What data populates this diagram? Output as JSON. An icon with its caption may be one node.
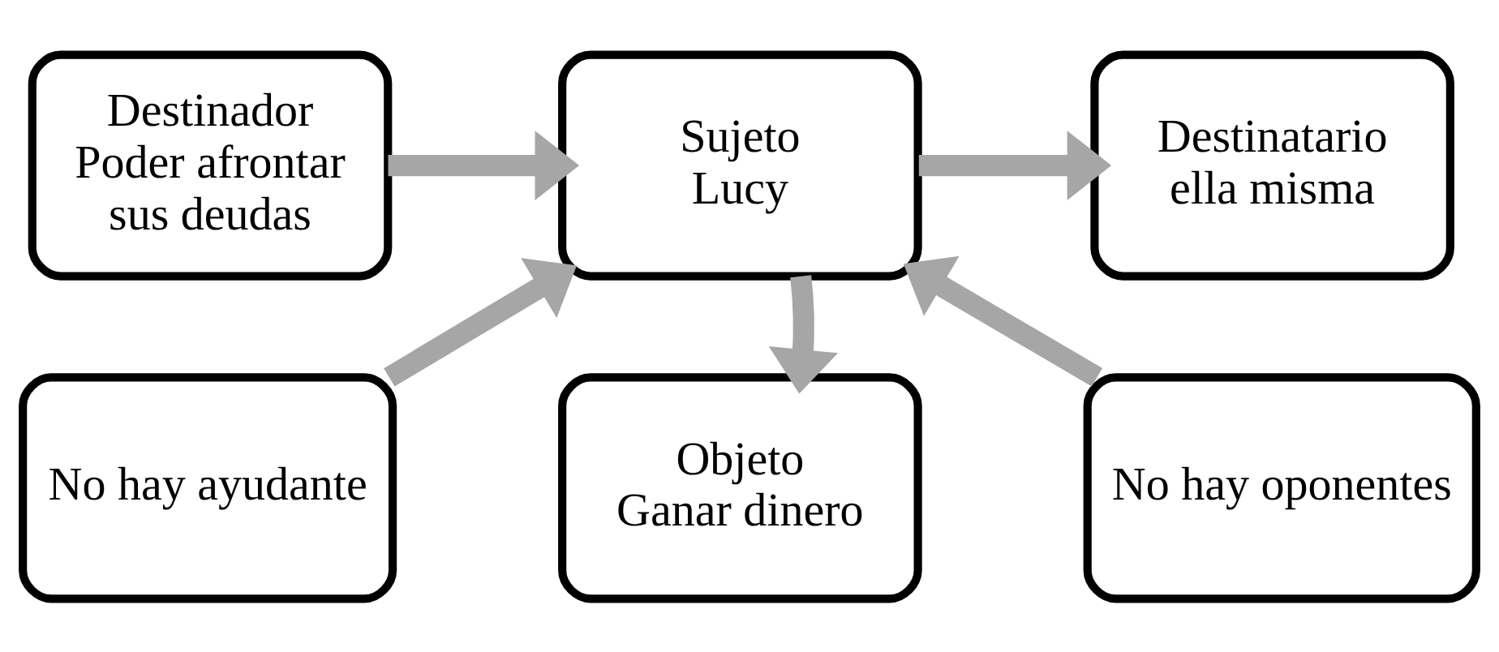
{
  "diagram": {
    "nodes": [
      {
        "text": [
          "Destinador",
          "Poder afrontar sus deudas"
        ]
      },
      {
        "text": [
          "Sujeto",
          "Lucy"
        ]
      },
      {
        "text": [
          "Destinatario",
          "ella misma"
        ]
      },
      {
        "text": [
          "No hay ayudante"
        ]
      },
      {
        "text": [
          "Objeto",
          "Ganar dinero"
        ]
      },
      {
        "text": [
          "No hay oponentes"
        ]
      }
    ],
    "edges": [
      {
        "from": 0,
        "to": 1,
        "arrow": "to"
      },
      {
        "from": 1,
        "to": 2,
        "arrow": "to"
      },
      {
        "from": 1,
        "to": 4,
        "arrow": "to"
      },
      {
        "from": 3,
        "to": 1,
        "arrow": "to"
      },
      {
        "from": 5,
        "to": 1,
        "arrow": "to"
      }
    ]
  }
}
